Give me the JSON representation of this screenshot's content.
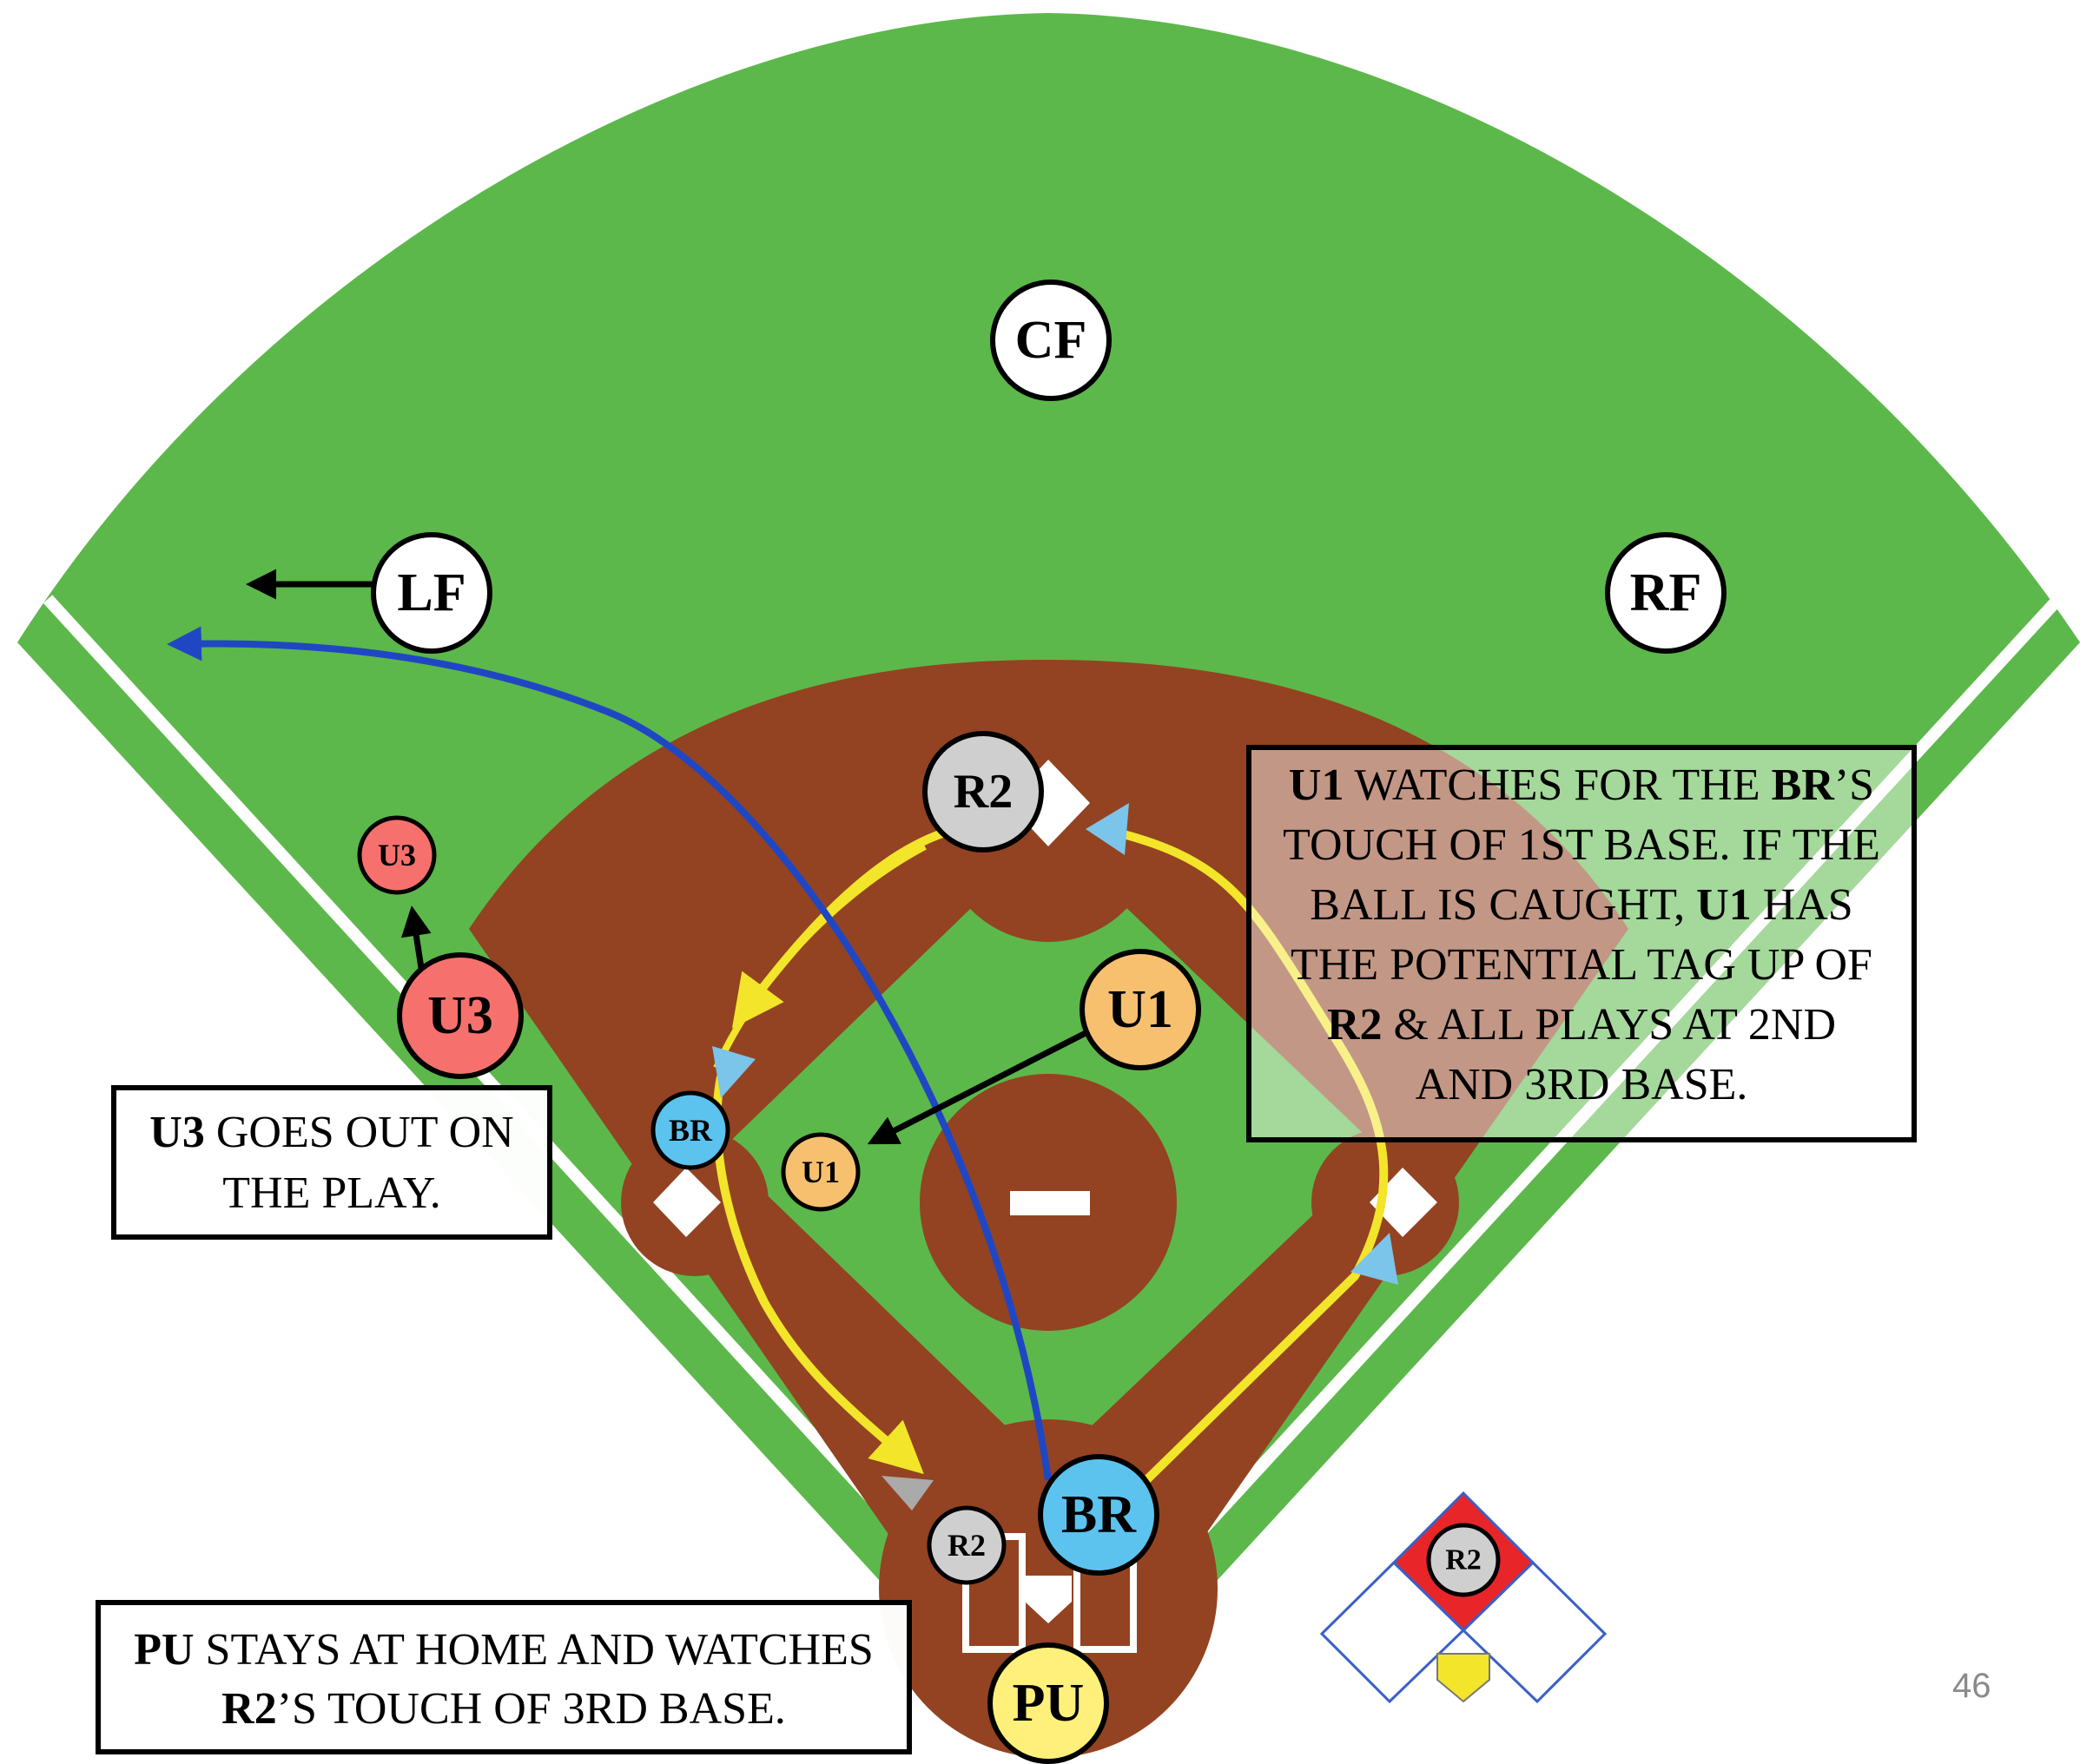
{
  "players": {
    "cf": "CF",
    "lf": "LF",
    "rf": "RF",
    "r2_top": "R2",
    "u1_big": "U1",
    "u3_big": "U3",
    "u3_small": "U3",
    "br_small": "BR",
    "u1_small": "U1",
    "br_home": "BR",
    "r2_home": "R2",
    "pu": "PU",
    "r2_legend": "R2"
  },
  "notes": {
    "u1_box": {
      "l1a": "U1",
      "l1b": " WATCHES FOR THE ",
      "l1c": "BR",
      "l1d": "’S",
      "l2": "TOUCH OF 1ST BASE. IF THE",
      "l3a": "BALL IS CAUGHT, ",
      "l3b": "U1",
      "l3c": " HAS",
      "l4": "THE POTENTIAL TAG UP OF",
      "l5a": "R2",
      "l5b": " & ALL PLAYS AT 2ND",
      "l6": "AND 3RD BASE."
    },
    "u3_box": {
      "l1a": "U3",
      "l1b": " GOES OUT ON",
      "l2": "THE PLAY."
    },
    "pu_box": {
      "l1a": "PU",
      "l1b": " STAYS AT HOME AND WATCHES",
      "l2a": "R2",
      "l2b": "’S TOUCH OF 3RD BASE."
    }
  },
  "page_number": "46",
  "colors": {
    "grass": "#5cb84a",
    "dirt": "#934321",
    "umpire_gray": "#cfcfcf",
    "umpire_yellow": "#fef07a",
    "runner_blue": "#5cc3ef",
    "runner_orange": "#f7c06f",
    "runner_red": "#f6716d",
    "path_yellow": "#f2e52a",
    "ball_path_blue": "#1f47c4",
    "arrow_lightblue": "#7bc4ea"
  }
}
